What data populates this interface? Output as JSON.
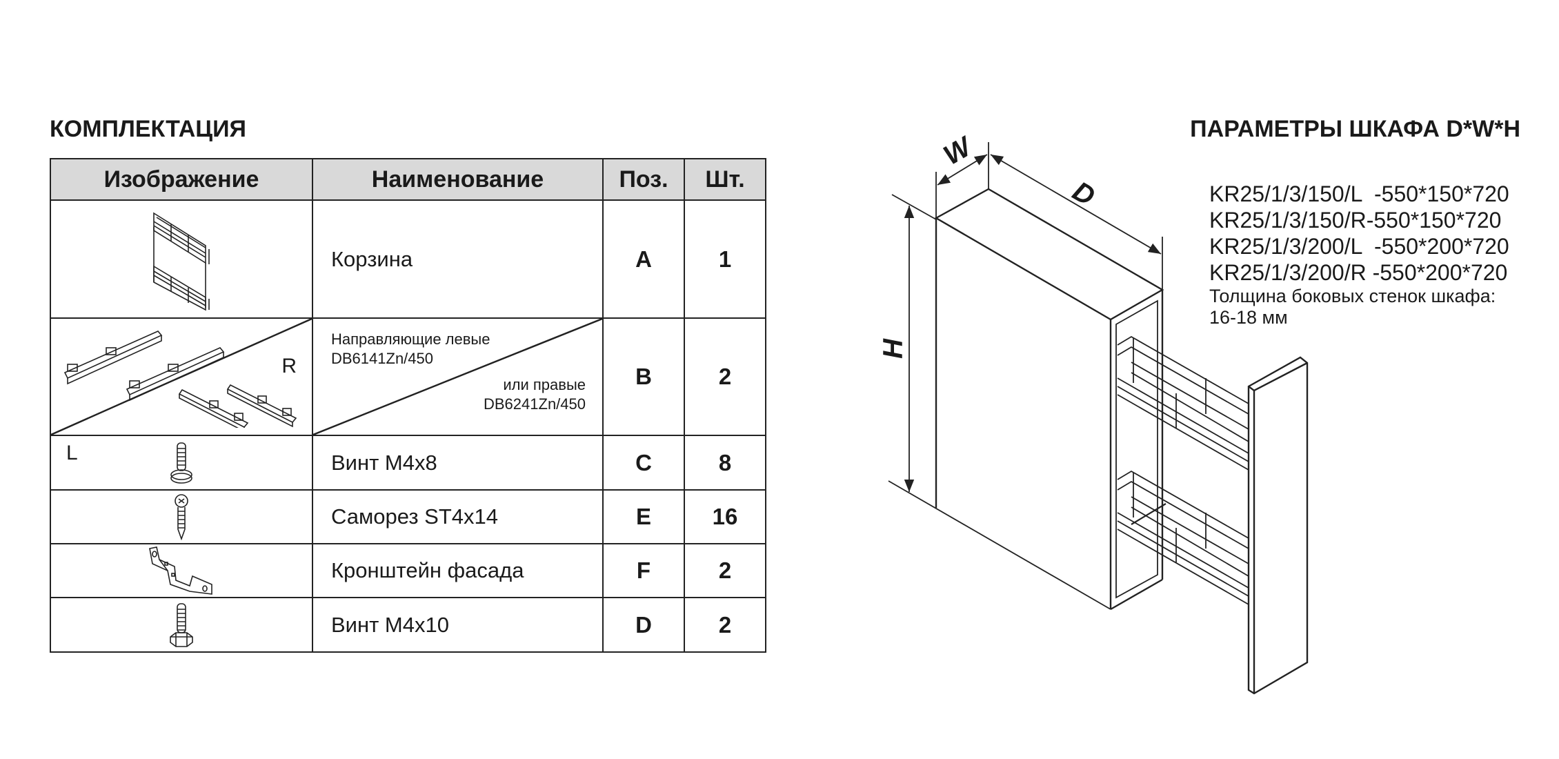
{
  "left_section": {
    "title": "КОМПЛЕКТАЦИЯ",
    "table": {
      "headers": [
        "Изображение",
        "Наименование",
        "Поз.",
        "Шт."
      ],
      "rows": [
        {
          "icon": "wire-basket-icon",
          "name": "Корзина",
          "pos": "A",
          "qty": "1"
        },
        {
          "icon": "drawer-rails-icon",
          "name_left": "Направляющие левые",
          "code_left": "DB6141Zn/450",
          "name_right": "или правые",
          "code_right": "DB6241Zn/450",
          "label_l": "L",
          "label_r": "R",
          "pos": "B",
          "qty": "2"
        },
        {
          "icon": "machine-screw-icon",
          "name": "Винт М4х8",
          "pos": "C",
          "qty": "8"
        },
        {
          "icon": "self-tapping-screw-icon",
          "name": "Саморез ST4x14",
          "pos": "E",
          "qty": "16"
        },
        {
          "icon": "facade-bracket-icon",
          "name": "Кронштейн фасада",
          "pos": "F",
          "qty": "2"
        },
        {
          "icon": "hex-bolt-icon",
          "name": "Винт М4х10",
          "pos": "D",
          "qty": "2"
        }
      ]
    }
  },
  "right_section": {
    "title": "ПАРАМЕТРЫ ШКАФА D*W*H",
    "models": [
      "KR25/1/3/150/L  -550*150*720",
      "KR25/1/3/150/R-550*150*720",
      "KR25/1/3/200/L  -550*200*720",
      "KR25/1/3/200/R -550*200*720"
    ],
    "note_line1": "Толщина боковых стенок шкафа:",
    "note_line2": "16-18 мм",
    "dimension_labels": {
      "width": "W",
      "depth": "D",
      "height": "H"
    }
  },
  "colors": {
    "header_bg": "#d9d9d9",
    "line": "#222222"
  }
}
